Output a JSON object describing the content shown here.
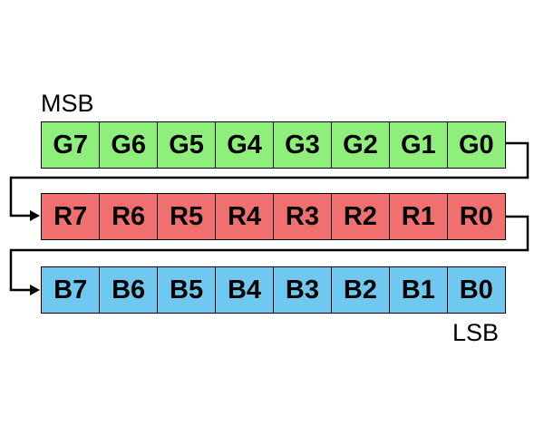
{
  "msb_label": "MSB",
  "lsb_label": "LSB",
  "rows": [
    {
      "color": "#8ef07a",
      "bits": [
        "G7",
        "G6",
        "G5",
        "G4",
        "G3",
        "G2",
        "G1",
        "G0"
      ]
    },
    {
      "color": "#f07070",
      "bits": [
        "R7",
        "R6",
        "R5",
        "R4",
        "R3",
        "R2",
        "R1",
        "R0"
      ]
    },
    {
      "color": "#6ec8f0",
      "bits": [
        "B7",
        "B6",
        "B5",
        "B4",
        "B3",
        "B2",
        "B1",
        "B0"
      ]
    }
  ],
  "connector_color": "#000000"
}
